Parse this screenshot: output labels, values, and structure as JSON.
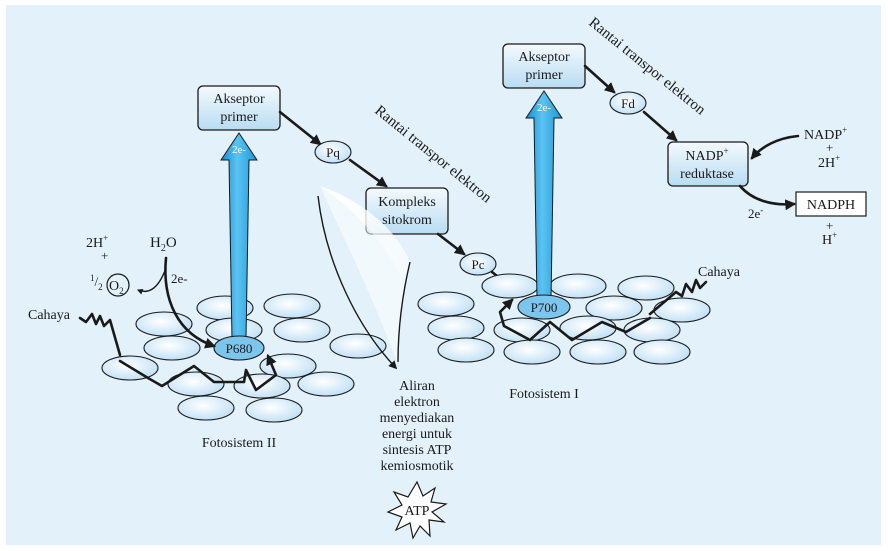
{
  "colors": {
    "background": "#e3f1fa",
    "node_fill": "#d2e9f7",
    "energy_arrow": "#1fa3e4"
  },
  "left_system": {
    "acceptor_line1": "Akseptor",
    "acceptor_line2": "primer",
    "arrow_label": "2e-",
    "reaction_center": "P680",
    "caption": "Fotosistem II",
    "light": "Cahaya",
    "water": "H",
    "water_sub": "2",
    "water_o": "O",
    "water_electrons": "2e-",
    "products_2h": "2H",
    "products_plus_sup": "+",
    "products_plus": "+",
    "half_num": "1",
    "half_den": "2",
    "oxygen": "O",
    "oxygen_sub": "2"
  },
  "chain1": {
    "label": "Rantai transpor elektron",
    "pq": "Pq",
    "complex_line1": "Kompleks",
    "complex_line2": "sitokrom",
    "pc": "Pc"
  },
  "atp_flow": {
    "lines": [
      "Aliran",
      "elektron",
      "menyediakan",
      "energi untuk",
      "sintesis ATP",
      "kemiosmotik"
    ],
    "atp": "ATP"
  },
  "right_system": {
    "acceptor_line1": "Akseptor",
    "acceptor_line2": "primer",
    "arrow_label": "2e-",
    "reaction_center": "P700",
    "caption": "Fotosistem I",
    "light": "Cahaya"
  },
  "chain2": {
    "label": "Rantai transpor elektron",
    "fd": "Fd"
  },
  "nadp": {
    "reductase_line1": "NADP",
    "reductase_sup": "+",
    "reductase_line2": "reduktase",
    "input_nadp": "NADP",
    "input_nadp_sup": "+",
    "input_plus": "+",
    "input_2h": "2H",
    "input_2h_sup": "+",
    "electrons": "2e",
    "electrons_sup": "-",
    "nadph": "NADPH",
    "out_plus": "+",
    "out_h": "H",
    "out_h_sup": "+"
  }
}
